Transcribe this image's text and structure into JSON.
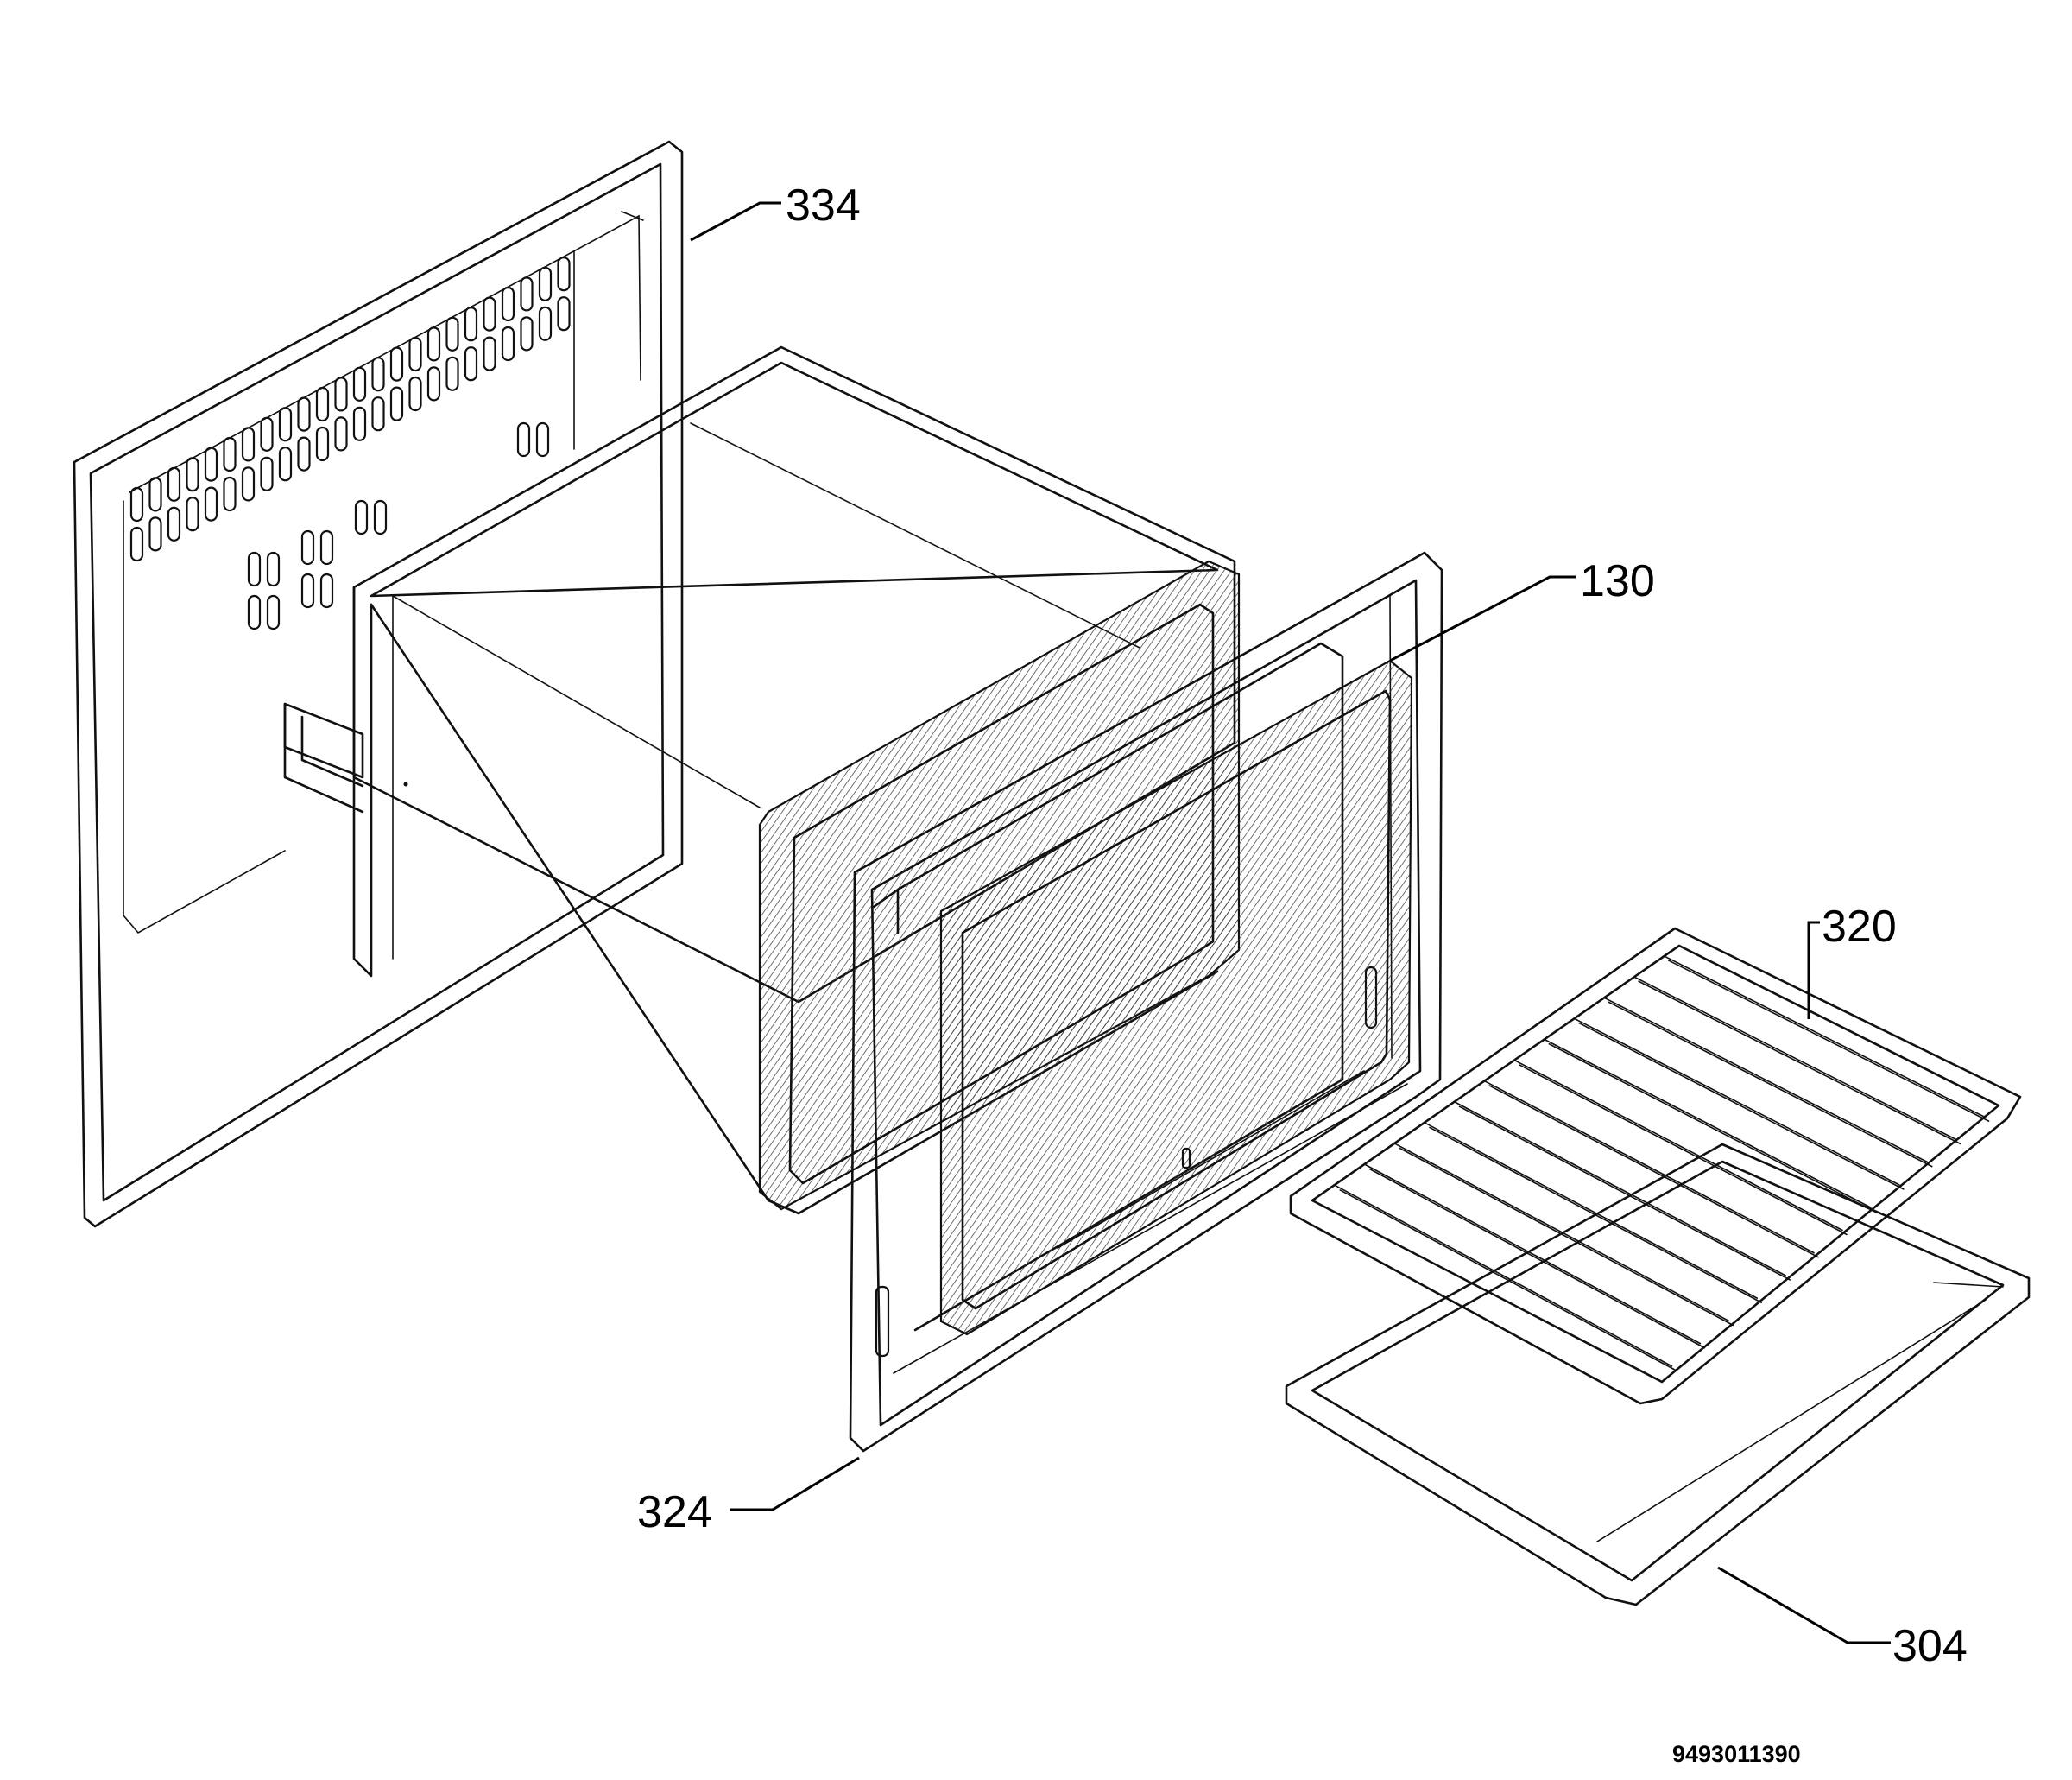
{
  "callouts": [
    {
      "id": "rear-panel",
      "label": "334"
    },
    {
      "id": "door-seal",
      "label": "130"
    },
    {
      "id": "wire-shelf",
      "label": "320"
    },
    {
      "id": "front-frame",
      "label": "324"
    },
    {
      "id": "baking-tray",
      "label": "304"
    }
  ],
  "document_number": "9493011390"
}
